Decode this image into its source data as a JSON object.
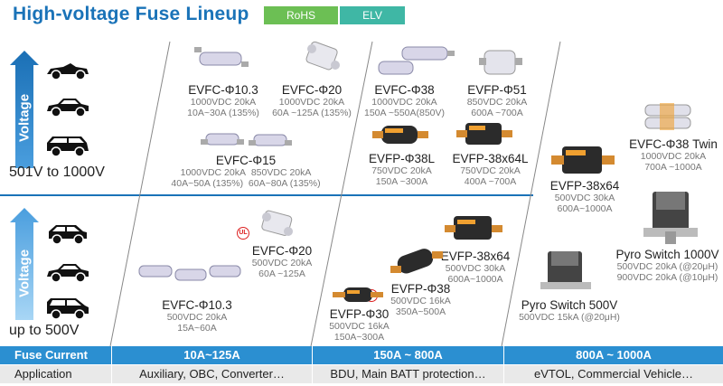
{
  "header": {
    "title": "High-voltage Fuse Lineup",
    "badges": [
      "RoHS",
      "ELV"
    ]
  },
  "voltage": {
    "high": {
      "label": "Voltage",
      "range": "501V to 1000V"
    },
    "low": {
      "label": "Voltage",
      "range": "up to 500V"
    }
  },
  "products": {
    "hv_evfc_10_3": {
      "name": "EVFC-Φ10.3",
      "spec1": "1000VDC 20kA",
      "spec2": "10A~30A (135%)"
    },
    "hv_evfc_20": {
      "name": "EVFC-Φ20",
      "spec1": "1000VDC 20kA",
      "spec2": "60A ~125A (135%)"
    },
    "hv_evfc_15": {
      "name": "EVFC-Φ15",
      "spec1a": "1000VDC 20kA",
      "spec1b": "850VDC 20kA",
      "spec2a": "40A~50A (135%)",
      "spec2b": "60A~80A (135%)"
    },
    "hv_evfc_38": {
      "name": "EVFC-Φ38",
      "spec1": "1000VDC 20kA",
      "spec2": "150A ~550A(850V)"
    },
    "hv_evfp_51": {
      "name": "EVFP-Φ51",
      "spec1": "850VDC 20kA",
      "spec2": "600A ~700A"
    },
    "hv_evfp_38l": {
      "name": "EVFP-Φ38L",
      "spec1": "750VDC 20kA",
      "spec2": "150A ~300A"
    },
    "hv_evfp_38x64l": {
      "name": "EVFP-38x64L",
      "spec1": "750VDC 20kA",
      "spec2": "400A ~700A"
    },
    "hv_evfp_38x64": {
      "name": "EVFP-38x64",
      "spec1": "500VDC 30kA",
      "spec2": "600A~1000A"
    },
    "hv_evfc_38_twin": {
      "name": "EVFC-Φ38 Twin",
      "spec1": "1000VDC 20kA",
      "spec2": "700A ~1000A"
    },
    "pyro_1000": {
      "name": "Pyro Switch 1000V",
      "spec1": "500VDC 20kA (@20μH)",
      "spec2": "900VDC 20kA (@10μH)"
    },
    "lv_evfc_20": {
      "name": "EVFC-Φ20",
      "spec1": "500VDC 20kA",
      "spec2": "60A ~125A"
    },
    "lv_evfc_10_3": {
      "name": "EVFC-Φ10.3",
      "spec1": "500VDC 20kA",
      "spec2": "15A~60A"
    },
    "lv_evfp_38x64": {
      "name": "EVFP-38x64",
      "spec1": "500VDC 30kA",
      "spec2": "600A~1000A"
    },
    "lv_evfp_38": {
      "name": "EVFP-Φ38",
      "spec1": "500VDC 16kA",
      "spec2": "350A~500A"
    },
    "lv_evfp_30": {
      "name": "EVFP-Φ30",
      "spec1": "500VDC 16kA",
      "spec2": "150A~300A"
    },
    "pyro_500": {
      "name": "Pyro Switch 500V",
      "spec1": "500VDC 15kA (@20μH)"
    }
  },
  "ul_mark": "UL",
  "table": {
    "current_label": "Fuse Current",
    "current_ranges": [
      "10A~125A",
      "150A ~ 800A",
      "800A ~ 1000A"
    ],
    "app_label": "Application",
    "applications": [
      "Auxiliary, OBC, Converter…",
      "BDU, Main BATT protection…",
      "eVTOL, Commercial Vehicle…"
    ]
  },
  "colors": {
    "title": "#1a73b8",
    "rohs": "#6cbf54",
    "elv": "#3fb7a5",
    "arrow_dark": "#1a6fb5",
    "arrow_light": "#8fc8ef",
    "table_header": "#2b8fd1",
    "table_row": "#e9e9e9"
  },
  "icons": [
    "voltage-arrow-icon",
    "convertible-car-icon",
    "sedan-car-icon",
    "suv-car-icon",
    "hatchback-car-icon",
    "coupe-car-icon",
    "van-car-icon",
    "cylinder-fuse-icon",
    "rectangular-fuse-icon",
    "pyro-switch-icon",
    "ul-certification-icon"
  ]
}
